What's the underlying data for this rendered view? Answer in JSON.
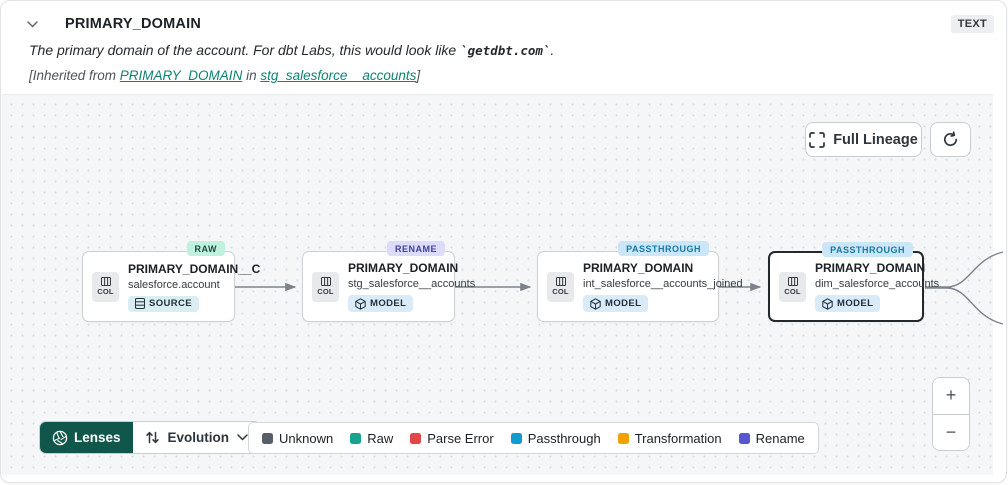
{
  "header": {
    "title": "PRIMARY_DOMAIN",
    "type_badge": "TEXT",
    "description_prefix": "The primary domain of the account. For dbt Labs, this would look like ",
    "description_code": "`getdbt.com`",
    "description_suffix": ".",
    "inherited_prefix": "[Inherited from ",
    "inherited_link_column": "PRIMARY_DOMAIN",
    "inherited_middle": " in ",
    "inherited_link_model": "stg_salesforce__accounts",
    "inherited_suffix": "]"
  },
  "toolbar": {
    "full_lineage_label": "Full Lineage"
  },
  "nodes": [
    {
      "title": "PRIMARY_DOMAIN__C",
      "subtitle": "salesforce.account",
      "resource_label": "SOURCE",
      "evolution_badge": "RAW",
      "col_label": "COL",
      "selected": false
    },
    {
      "title": "PRIMARY_DOMAIN",
      "subtitle": "stg_salesforce__accounts",
      "resource_label": "MODEL",
      "evolution_badge": "RENAME",
      "col_label": "COL",
      "selected": false
    },
    {
      "title": "PRIMARY_DOMAIN",
      "subtitle": "int_salesforce__accounts_joined",
      "resource_label": "MODEL",
      "evolution_badge": "PASSTHROUGH",
      "col_label": "COL",
      "selected": false
    },
    {
      "title": "PRIMARY_DOMAIN",
      "subtitle": "dim_salesforce_accounts",
      "resource_label": "MODEL",
      "evolution_badge": "PASSTHROUGH",
      "col_label": "COL",
      "selected": true
    }
  ],
  "controls": {
    "lenses_label": "Lenses",
    "lens_selected": "Evolution",
    "zoom_in": "+",
    "zoom_out": "−"
  },
  "legend": {
    "items": [
      {
        "label": "Unknown",
        "color": "#595f66"
      },
      {
        "label": "Raw",
        "color": "#17a38d"
      },
      {
        "label": "Parse Error",
        "color": "#e0474b"
      },
      {
        "label": "Passthrough",
        "color": "#129bd2"
      },
      {
        "label": "Transformation",
        "color": "#f0a202"
      },
      {
        "label": "Rename",
        "color": "#5757cf"
      }
    ]
  },
  "colors": {
    "lenses_button": "#11564b",
    "link_teal": "#0f8276",
    "badge_raw_bg": "#c0f0de",
    "badge_rename_bg": "#dcdcfa",
    "badge_passthrough_bg": "#cbe7f7"
  }
}
